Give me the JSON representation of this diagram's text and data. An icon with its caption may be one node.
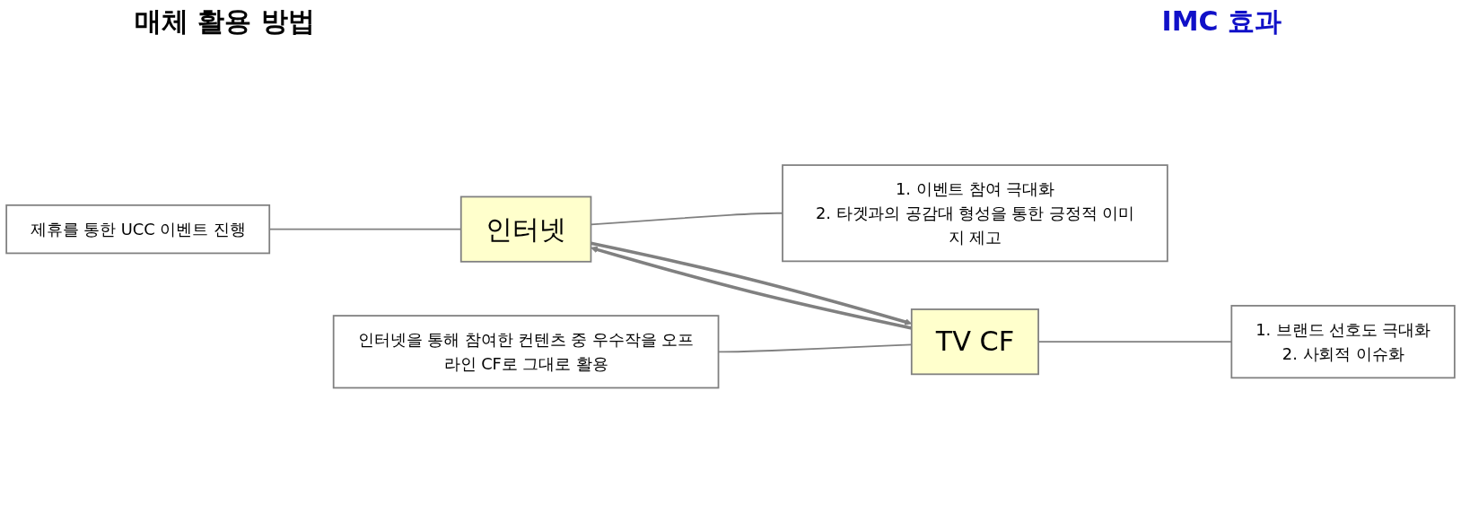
{
  "diagram": {
    "nodes": [
      {
        "text": [
          "제휴를 통한 UCC 이벤트 진행"
        ]
      },
      {
        "text": [
          "인터넷"
        ]
      },
      {
        "text": [
          "1. 이벤트 참여 극대화",
          "2. 타겟과의 공감대 형성을 통한 긍정적 이미지 제고"
        ]
      },
      {
        "text": [
          "인터넷을 통해 참여한 컨텐츠 중 우수작을 오프라인 CF로 그대로 활용"
        ]
      },
      {
        "text": [
          "TV CF"
        ]
      },
      {
        "text": [
          "1. 브랜드 선호도 극대화",
          "2. 사회적 이슈화"
        ]
      }
    ],
    "edges": [
      {
        "from": 0,
        "to": 1,
        "arrow": "none"
      },
      {
        "from": 1,
        "to": 2,
        "arrow": "none"
      },
      {
        "from": 1,
        "to": 4,
        "arrow": "to"
      },
      {
        "from": 3,
        "to": 4,
        "arrow": "none"
      },
      {
        "from": 4,
        "to": 5,
        "arrow": "none"
      },
      {
        "from": 4,
        "to": 1,
        "arrow": "to"
      }
    ],
    "labels": [
      "매체 활용 방법",
      "IMC 효과"
    ]
  }
}
